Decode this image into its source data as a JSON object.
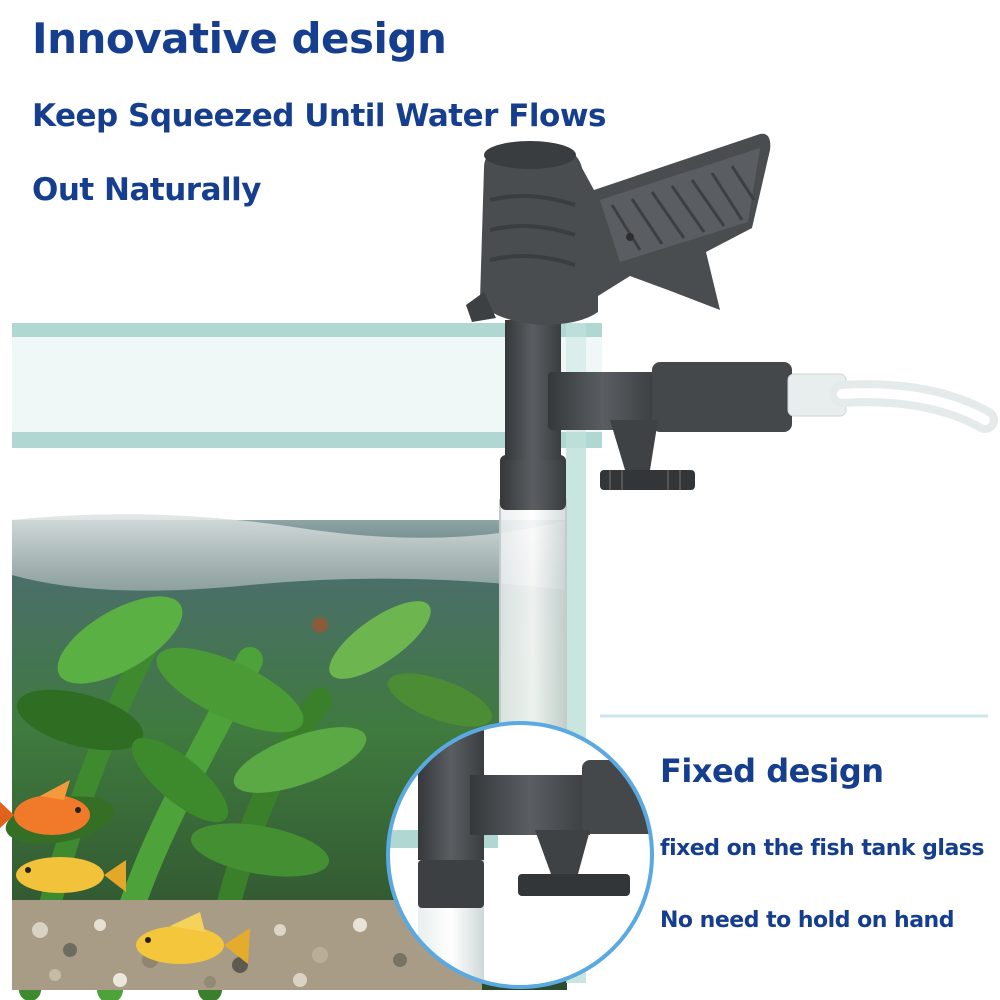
{
  "headline": {
    "title": "Innovative design",
    "line1": "Keep Squeezed Until Water Flows",
    "line2": "Out Naturally"
  },
  "feature": {
    "title": "Fixed design",
    "line1": "fixed on the fish tank glass",
    "line2": "No need to hold on hand"
  },
  "colors": {
    "text": "#163e8e",
    "device": "#4a4d50",
    "glass": "#a9d3cd",
    "water": "#3a6b49"
  }
}
